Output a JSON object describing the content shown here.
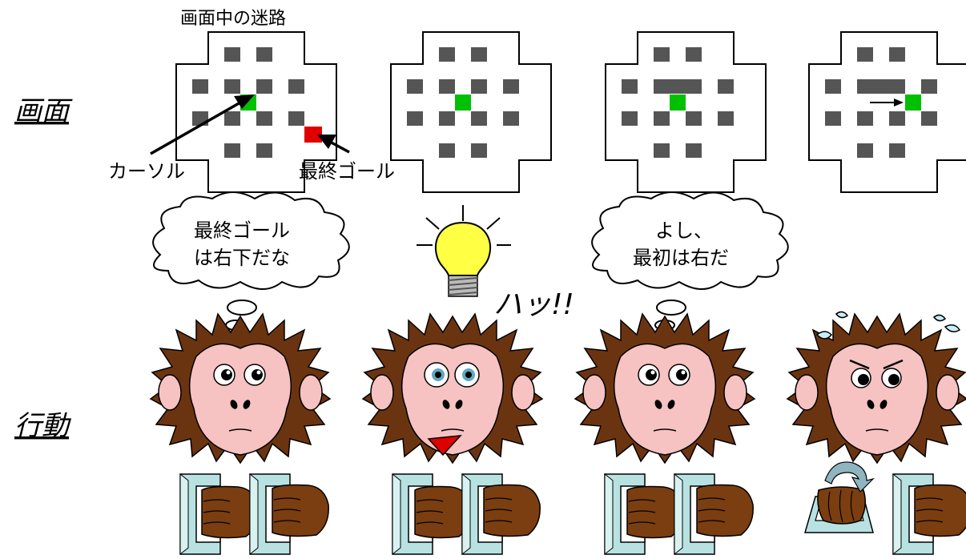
{
  "labels": {
    "maze_caption": "画面中の迷路",
    "cursor": "カーソル",
    "goal": "最終ゴール",
    "row_screen": "画面",
    "row_action": "行動"
  },
  "thoughts": {
    "panel1_line1": "最終ゴール",
    "panel1_line2": "は右下だな",
    "panel2_exclaim": "ハッ!!",
    "panel3_line1": "よし、",
    "panel3_line2": "最初は右だ"
  },
  "colors": {
    "cursor": "#00c000",
    "goal": "#e00000",
    "block": "#555555",
    "monkey_fur": "#6b3410",
    "monkey_face": "#f6c2c2",
    "lever_panel": "#b8e2e2",
    "bulb": "#ffff44"
  },
  "icons": [
    "lightbulb-icon",
    "monkey-face-icon",
    "lever-handle-icon",
    "rotate-arrow-icon",
    "sweat-drop-icon"
  ]
}
